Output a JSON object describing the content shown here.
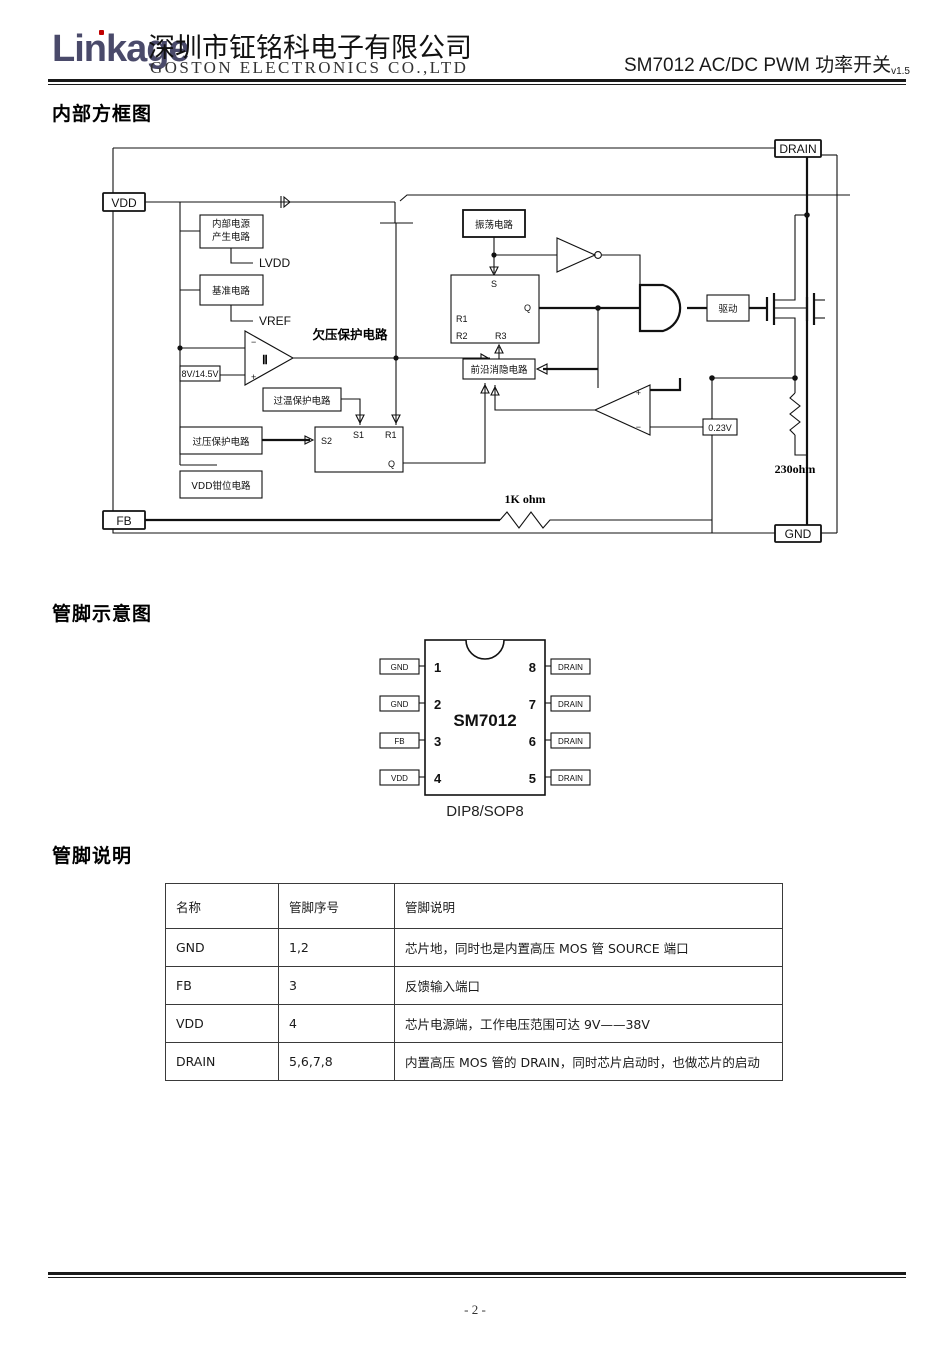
{
  "header": {
    "logo_word": "Linkage",
    "company_cn": "深圳市钲铭科电子有限公司",
    "company_en": "GOSTON ELECTRONICS CO.,LTD",
    "doc_title": "SM7012 AC/DC PWM 功率开关",
    "doc_version": "v1.5"
  },
  "sections": {
    "block_diagram": "内部方框图",
    "pin_configuration": "管脚示意图",
    "pin_description": "管脚说明"
  },
  "block_diagram": {
    "pins": {
      "vdd": "VDD",
      "fb": "FB",
      "gnd": "GND",
      "drain": "DRAIN"
    },
    "blocks": {
      "internal_supply": "内部电源\n产生电路",
      "internal_supply_l1": "内部电源",
      "internal_supply_l2": "产生电路",
      "reference": "基准电路",
      "oscillator": "振荡电路",
      "otp": "过温保护电路",
      "ovp": "过压保护电路",
      "vdd_clamp": "VDD钳位电路",
      "leading_edge_blanking": "前沿消隐电路",
      "driver": "驱动"
    },
    "labels": {
      "lvdd": "LVDD",
      "vref": "VREF",
      "uvlo": "欠压保护电路",
      "uvlo_threshold": "8V/14.5V",
      "sense_threshold": "0.23V",
      "r_sense": "230ohm",
      "r_fb": "1K ohm"
    },
    "latch1": {
      "s": "S",
      "q": "Q",
      "r1": "R1",
      "r2": "R2",
      "r3": "R3"
    },
    "latch2": {
      "s2": "S2",
      "s1": "S1",
      "r1": "R1",
      "q": "Q"
    },
    "comparator_signs": {
      "minus": "−",
      "plus": "+"
    }
  },
  "pinout": {
    "part_number": "SM7012",
    "package": "DIP8/SOP8",
    "left_pins": [
      {
        "num": "1",
        "name": "GND"
      },
      {
        "num": "2",
        "name": "GND"
      },
      {
        "num": "3",
        "name": "FB"
      },
      {
        "num": "4",
        "name": "VDD"
      }
    ],
    "right_pins": [
      {
        "num": "8",
        "name": "DRAIN"
      },
      {
        "num": "7",
        "name": "DRAIN"
      },
      {
        "num": "6",
        "name": "DRAIN"
      },
      {
        "num": "5",
        "name": "DRAIN"
      }
    ]
  },
  "pin_table": {
    "headers": [
      "名称",
      "管脚序号",
      "管脚说明"
    ],
    "rows": [
      {
        "name": "GND",
        "num": "1,2",
        "desc": "芯片地，同时也是内置高压 MOS 管 SOURCE 端口"
      },
      {
        "name": "FB",
        "num": "3",
        "desc": "反馈输入端口"
      },
      {
        "name": "VDD",
        "num": "4",
        "desc": "芯片电源端，工作电压范围可达 9V——38V"
      },
      {
        "name": "DRAIN",
        "num": "5,6,7,8",
        "desc": "内置高压 MOS 管的 DRAIN，同时芯片启动时，也做芯片的启动"
      }
    ]
  },
  "footer": {
    "page_number": "- 2 -"
  },
  "colors": {
    "logo_blue": "#4a4a6a",
    "logo_dot_red": "#c00000",
    "rule": "#1a1a1a",
    "line": "#111111"
  }
}
